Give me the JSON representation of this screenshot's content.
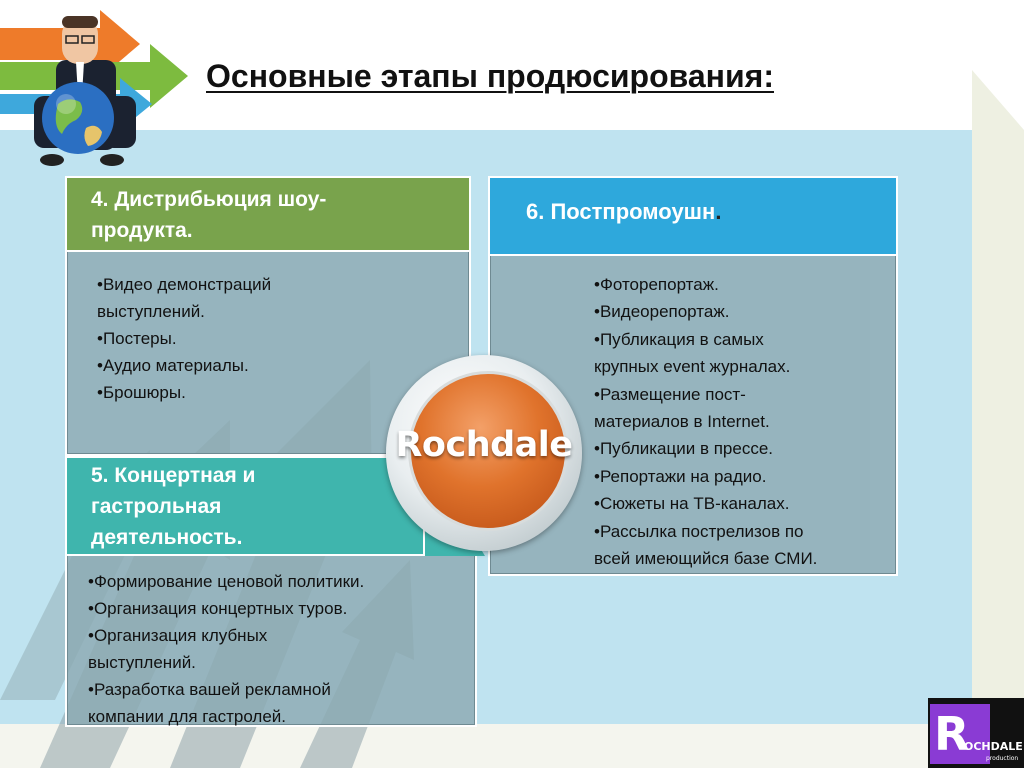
{
  "slide": {
    "title": "Основные этапы продюсирования:"
  },
  "center": {
    "label": "Rochdale"
  },
  "box4": {
    "title": "4. Дистрибьюция шоу-\nпродукта.",
    "items": [
      "•Видео демонстраций\nвыступлений.",
      "•Постеры.",
      "•Аудио материалы.",
      "•Брошюры."
    ]
  },
  "box6": {
    "title": "6. Постпромоушн",
    "title_dot": ".",
    "items": [
      "•Фоторепортаж.",
      "•Видеорепортаж.",
      "•Публикация в самых\nкрупных event журналах.",
      "•Размещение пост-\nматериалов в Internet.",
      "•Публикации в прессе.",
      "•Репортажи на радио.",
      "•Сюжеты на ТВ-каналах.",
      "•Рассылка пострелизов по\nвсей имеющийся базе СМИ."
    ]
  },
  "box5": {
    "title": "5. Концертная и\nгастрольная\nдеятельность.",
    "items": [
      "•Формирование ценовой политики.",
      "•Организация концертных туров.",
      "•Организация клубных\nвыступлений.",
      "•Разработка вашей рекламной\nкомпании для гастролей."
    ]
  },
  "brand": {
    "letter": "R",
    "word": "OCHDALE",
    "sub": "production"
  },
  "colors": {
    "box4_header": "#79a34c",
    "box6_header": "#2ea8dc",
    "box5_header": "#3fb5ad",
    "circle": "#e0732c",
    "brand_accent": "#8a3bd4",
    "background_panel": "#bfe3f0"
  },
  "icons": {
    "top_left": "businessman-with-globe-icon",
    "deco": "rising-arrows-icon"
  }
}
